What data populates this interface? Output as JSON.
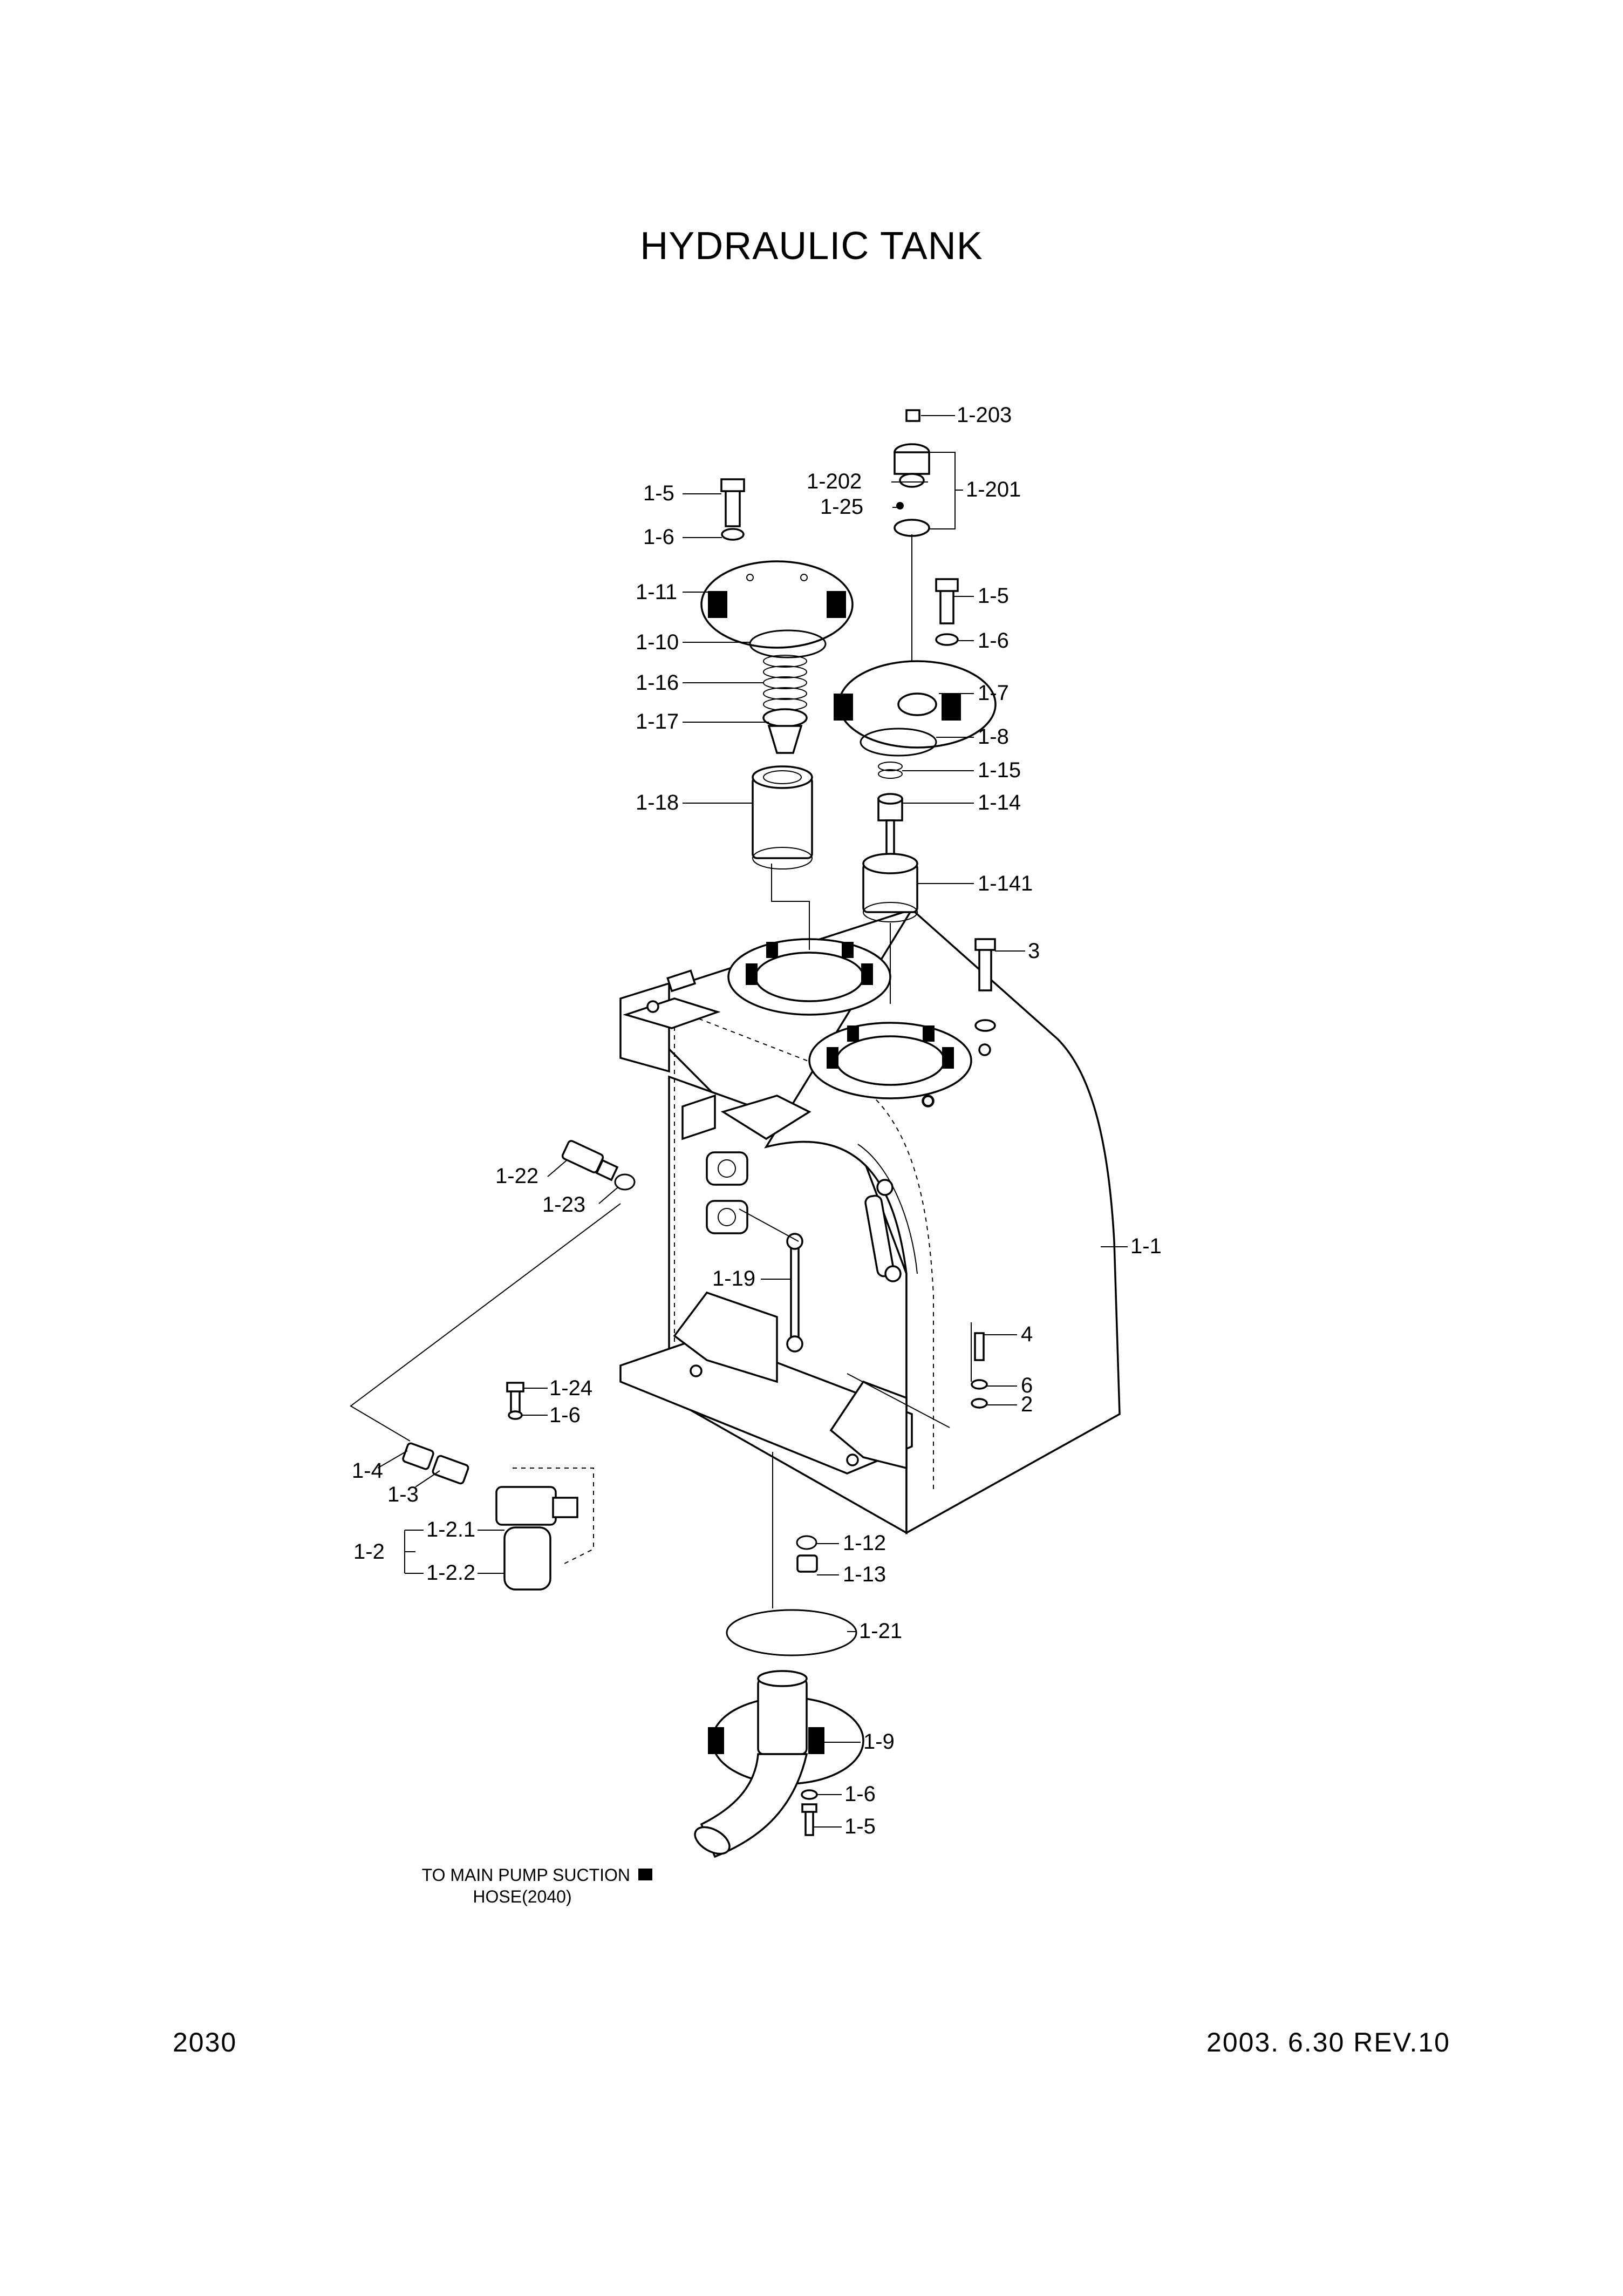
{
  "title": "HYDRAULIC TANK",
  "footer": {
    "page_number": "2030",
    "revision": "2003. 6.30 REV.10"
  },
  "note": {
    "line1": "TO MAIN PUMP SUCTION",
    "line2": "HOSE(2040)"
  },
  "callouts": {
    "c1_203": "1-203",
    "c1_202": "1-202",
    "c1_201": "1-201",
    "c1_25": "1-25",
    "c1_5_a": "1-5",
    "c1_6_a": "1-6",
    "c1_11": "1-11",
    "c1_10": "1-10",
    "c1_16": "1-16",
    "c1_17": "1-17",
    "c1_18": "1-18",
    "c1_5_b": "1-5",
    "c1_6_b": "1-6",
    "c1_7": "1-7",
    "c1_8": "1-8",
    "c1_15": "1-15",
    "c1_14": "1-14",
    "c1_141": "1-141",
    "c3": "3",
    "c1_22": "1-22",
    "c1_23": "1-23",
    "c1_19": "1-19",
    "c1_1": "1-1",
    "c4": "4",
    "c6": "6",
    "c2": "2",
    "c1_24": "1-24",
    "c1_6_c": "1-6",
    "c1_4": "1-4",
    "c1_3": "1-3",
    "c1_2": "1-2",
    "c1_2_1": "1-2.1",
    "c1_2_2": "1-2.2",
    "c1_12": "1-12",
    "c1_13": "1-13",
    "c1_21": "1-21",
    "c1_9": "1-9",
    "c1_6_d": "1-6",
    "c1_5_c": "1-5"
  }
}
